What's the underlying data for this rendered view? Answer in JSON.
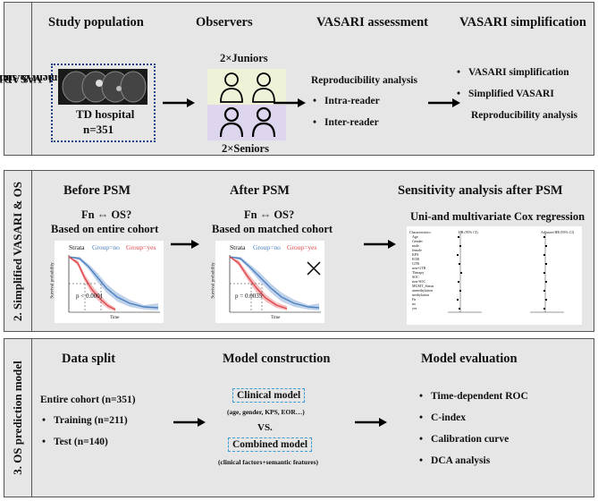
{
  "panel1": {
    "side_label_line1": "1. VASARI set",
    "side_label_line2": "assessment & simplification",
    "study_population": {
      "heading": "Study population",
      "hospital": "TD hospital",
      "n": "n=351"
    },
    "observers": {
      "heading": "Observers",
      "juniors": "2×Juniors",
      "seniors": "2×Seniors"
    },
    "vasari_assessment": {
      "heading": "VASARI assessment",
      "subheading": "Reproducibility analysis",
      "items": [
        "Intra-reader",
        "Inter-reader"
      ]
    },
    "vasari_simplification": {
      "heading": "VASARI simplification",
      "items": [
        "VASARI simplification",
        "Simplified VASARI",
        "Reproducibility analysis"
      ]
    }
  },
  "panel2": {
    "side_label": "2. Simplified VASARI & OS",
    "before": {
      "heading": "Before PSM",
      "question": "Fn ⇔ OS?",
      "basis": "Based on entire cohort",
      "pvalue": "p < 0.0001"
    },
    "after": {
      "heading": "After PSM",
      "question": "Fn ⇔ OS?",
      "basis": "Based on matched cohort",
      "pvalue": "p = 0.0035"
    },
    "sensitivity": {
      "heading": "Sensitivity analysis after PSM",
      "subheading": "Uni-and multivariate Cox regression"
    },
    "km_labels": {
      "strata": "Strata",
      "group_a": "Group=no",
      "group_b": "Group=yes",
      "ylabel": "Survival probability",
      "xlabel": "Time"
    },
    "colors": {
      "group_a": "#4a7fc1",
      "group_b": "#e0464a"
    },
    "forest_rows": [
      "Characteristics",
      "Age",
      "Gender",
      "male",
      "female",
      "KPS",
      "EOR",
      "GTR",
      "non-GTR",
      "Therapy",
      "SOC",
      "non-SOC",
      "MGMT_Status",
      "unmethylation",
      "methylation",
      "Fn",
      "no",
      "yes"
    ],
    "forest_header_hr": "HR (95% CI)",
    "forest_header_adj": "Adjusted HR (95% CI)"
  },
  "panel3": {
    "side_label": "3. OS prediction model",
    "data_split": {
      "heading": "Data split",
      "cohort": "Entire cohort (n=351)",
      "items": [
        "Training (n=211)",
        "Test (n=140)"
      ]
    },
    "model_construction": {
      "heading": "Model construction",
      "clinical_model": "Clinical model",
      "clinical_note": "(age, gender, KPS, EOR…)",
      "vs": "VS.",
      "combined_model": "Combined model",
      "combined_note": "(clinical factors+semantic features)"
    },
    "model_evaluation": {
      "heading": "Model evaluation",
      "items": [
        "Time-dependent ROC",
        "C-index",
        "Calibration curve",
        "DCA analysis"
      ]
    }
  }
}
